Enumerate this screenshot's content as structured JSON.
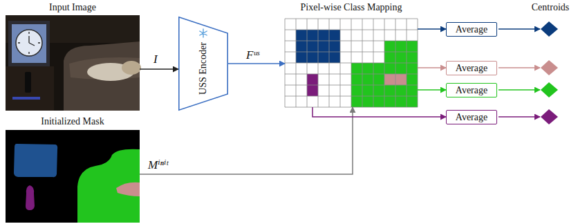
{
  "diagram": {
    "nodes": [
      {
        "text": [
          "Input Image"
        ]
      },
      {
        "text": [
          "Initialized Mask"
        ]
      },
      {
        "text": [
          "USS Encoder"
        ]
      },
      {
        "text": [
          "Pixel-wise Class Mapping"
        ]
      },
      {
        "text": [
          "Average"
        ]
      },
      {
        "text": [
          "Average"
        ]
      },
      {
        "text": [
          "Average"
        ]
      },
      {
        "text": [
          "Average"
        ]
      }
    ],
    "edges": [
      {
        "from": 0,
        "to": 2,
        "label": "I",
        "arrow": "to"
      },
      {
        "from": 2,
        "to": 3,
        "label": "Fᵘˢ",
        "arrow": "to"
      },
      {
        "from": 1,
        "to": 3,
        "label": "Mⁱⁿⁱᵗ",
        "arrow": "to"
      },
      {
        "from": 3,
        "to": 4,
        "arrow": "to"
      },
      {
        "from": 3,
        "to": 5,
        "arrow": "to"
      },
      {
        "from": 3,
        "to": 6,
        "arrow": "to"
      },
      {
        "from": 3,
        "to": 7,
        "arrow": "to"
      }
    ],
    "labels": [
      "Centroids"
    ]
  }
}
